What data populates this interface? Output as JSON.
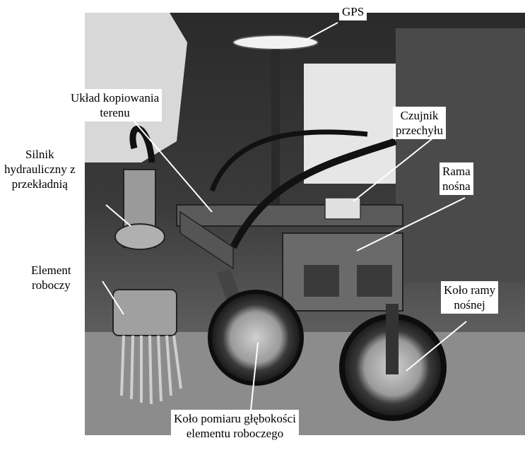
{
  "labels": {
    "gps": [
      "GPS"
    ],
    "terrain_copying": [
      "Układ kopiowania",
      "terenu"
    ],
    "tilt_sensor": [
      "Czujnik",
      "przechyłu"
    ],
    "hydraulic_motor": [
      "Silnik",
      "hydrauliczny z",
      "przekładnią"
    ],
    "frame": [
      "Rama",
      "nośna"
    ],
    "working_element": [
      "Element",
      "roboczy"
    ],
    "frame_wheel": [
      "Koło ramy",
      "nośnej"
    ],
    "depth_wheel": [
      "Koło pomiaru głębokości",
      "elementu roboczego"
    ]
  },
  "colors": {
    "background": "#ffffff",
    "photo_dark": "#1c1c1c",
    "photo_mid": "#6e6e6e",
    "photo_light": "#c8c8c8",
    "text": "#000000"
  }
}
